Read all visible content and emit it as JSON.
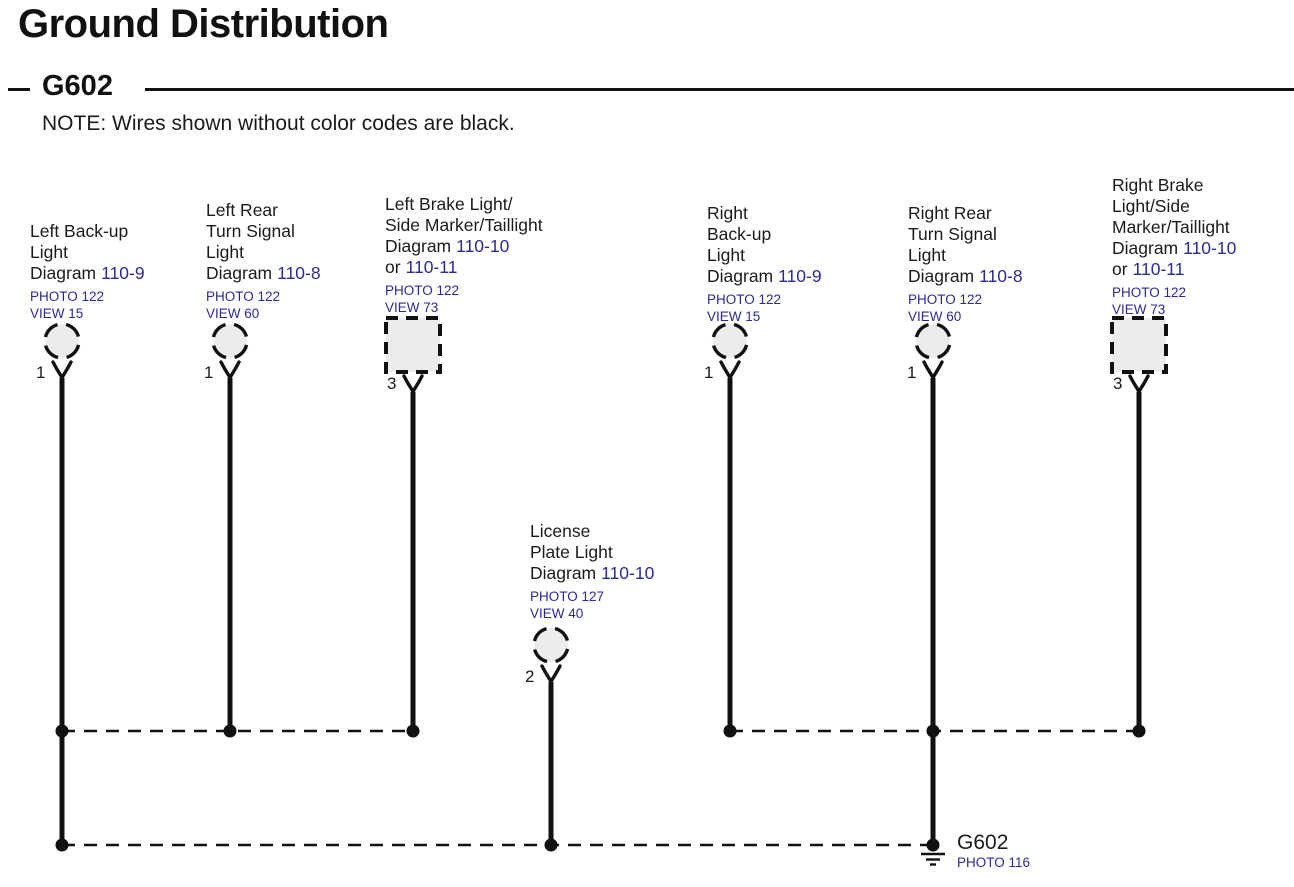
{
  "page": {
    "title": "Ground Distribution",
    "section": "G602",
    "note": "NOTE: Wires shown without color codes are black."
  },
  "colors": {
    "link_blue": "#2b2b8f",
    "text_black": "#1b1b1b",
    "wire_black": "#111111",
    "connector_fill": "#ececec"
  },
  "ground": {
    "label": "G602",
    "photo": "PHOTO 116"
  },
  "components": [
    {
      "id": "left-backup-light",
      "name_lines": [
        "Left Back-up",
        "Light"
      ],
      "diagram_label": "Diagram",
      "diagram_ref": "110-9",
      "photo": "PHOTO 122",
      "view": "VIEW 15",
      "pin": "1",
      "connector": "circle"
    },
    {
      "id": "left-rear-turn-signal-light",
      "name_lines": [
        "Left Rear",
        "Turn Signal",
        "Light"
      ],
      "diagram_label": "Diagram",
      "diagram_ref": "110-8",
      "photo": "PHOTO 122",
      "view": "VIEW 60",
      "pin": "1",
      "connector": "circle"
    },
    {
      "id": "left-brake-light-side-marker-taillight",
      "name_lines": [
        "Left Brake Light/",
        "Side Marker/Taillight"
      ],
      "diagram_label": "Diagram",
      "diagram_ref": "110-10",
      "or_label": "or",
      "diagram_ref_alt": "110-11",
      "photo": "PHOTO 122",
      "view": "VIEW 73",
      "pin": "3",
      "connector": "square"
    },
    {
      "id": "right-backup-light",
      "name_lines": [
        "Right",
        "Back-up",
        "Light"
      ],
      "diagram_label": "Diagram",
      "diagram_ref": "110-9",
      "photo": "PHOTO 122",
      "view": "VIEW 15",
      "pin": "1",
      "connector": "circle"
    },
    {
      "id": "right-rear-turn-signal-light",
      "name_lines": [
        "Right Rear",
        "Turn Signal",
        "Light"
      ],
      "diagram_label": "Diagram",
      "diagram_ref": "110-8",
      "photo": "PHOTO 122",
      "view": "VIEW 60",
      "pin": "1",
      "connector": "circle"
    },
    {
      "id": "right-brake-light-side-marker-taillight",
      "name_lines": [
        "Right Brake",
        "Light/Side",
        "Marker/Taillight"
      ],
      "diagram_label": "Diagram",
      "diagram_ref": "110-10",
      "or_label": "or",
      "diagram_ref_alt": "110-11",
      "photo": "PHOTO 122",
      "view": "VIEW 73",
      "pin": "3",
      "connector": "square"
    },
    {
      "id": "license-plate-light",
      "name_lines": [
        "License",
        "Plate Light"
      ],
      "diagram_label": "Diagram",
      "diagram_ref": "110-10",
      "photo": "PHOTO 127",
      "view": "VIEW 40",
      "pin": "2",
      "connector": "circle"
    }
  ]
}
